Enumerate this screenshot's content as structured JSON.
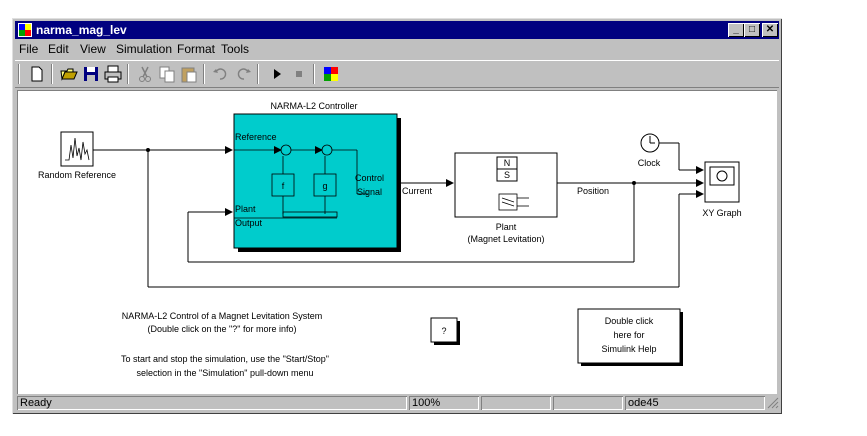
{
  "window": {
    "title": "narma_mag_lev",
    "minimize_label": "_",
    "maximize_label": "□",
    "close_label": "✕"
  },
  "menu": [
    "File",
    "Edit",
    "View",
    "Simulation",
    "Format",
    "Tools"
  ],
  "toolbar": {
    "icons": [
      "new-icon",
      "open-icon",
      "save-icon",
      "print-icon",
      "cut-icon",
      "copy-icon",
      "paste-icon",
      "undo-icon",
      "redo-icon",
      "start-icon",
      "stop-icon",
      "library-browser-icon"
    ]
  },
  "diagram": {
    "controller_title": "NARMA-L2 Controller",
    "controller_reference": "Reference",
    "controller_plant": "Plant",
    "controller_output": "Output",
    "controller_control": "Control",
    "controller_signal": "Signal",
    "f_label": "f",
    "g_label": "g",
    "random_reference": "Random Reference",
    "clock": "Clock",
    "xy_graph": "XY Graph",
    "current": "Current",
    "position": "Position",
    "plant_line1": "Plant",
    "plant_line2": "(Magnet Levitation)",
    "magnet_n": "N",
    "magnet_s": "S",
    "note_title": "NARMA-L2 Control of a Magnet Levitation System",
    "note_sub": "(Double click on the \"?\" for more info)",
    "note_start1": "To start and stop the simulation, use the \"Start/Stop\"",
    "note_start2": "selection in the \"Simulation\" pull-down menu",
    "help_q": "?",
    "help_line1": "Double click",
    "help_line2": "here for",
    "help_line3": "Simulink Help"
  },
  "status": {
    "state": "Ready",
    "zoom": "100%",
    "solver": "ode45"
  },
  "colors": {
    "controller_fill": "#00cccc",
    "titlebar": "#000080",
    "chrome": "#c0c0c0"
  }
}
